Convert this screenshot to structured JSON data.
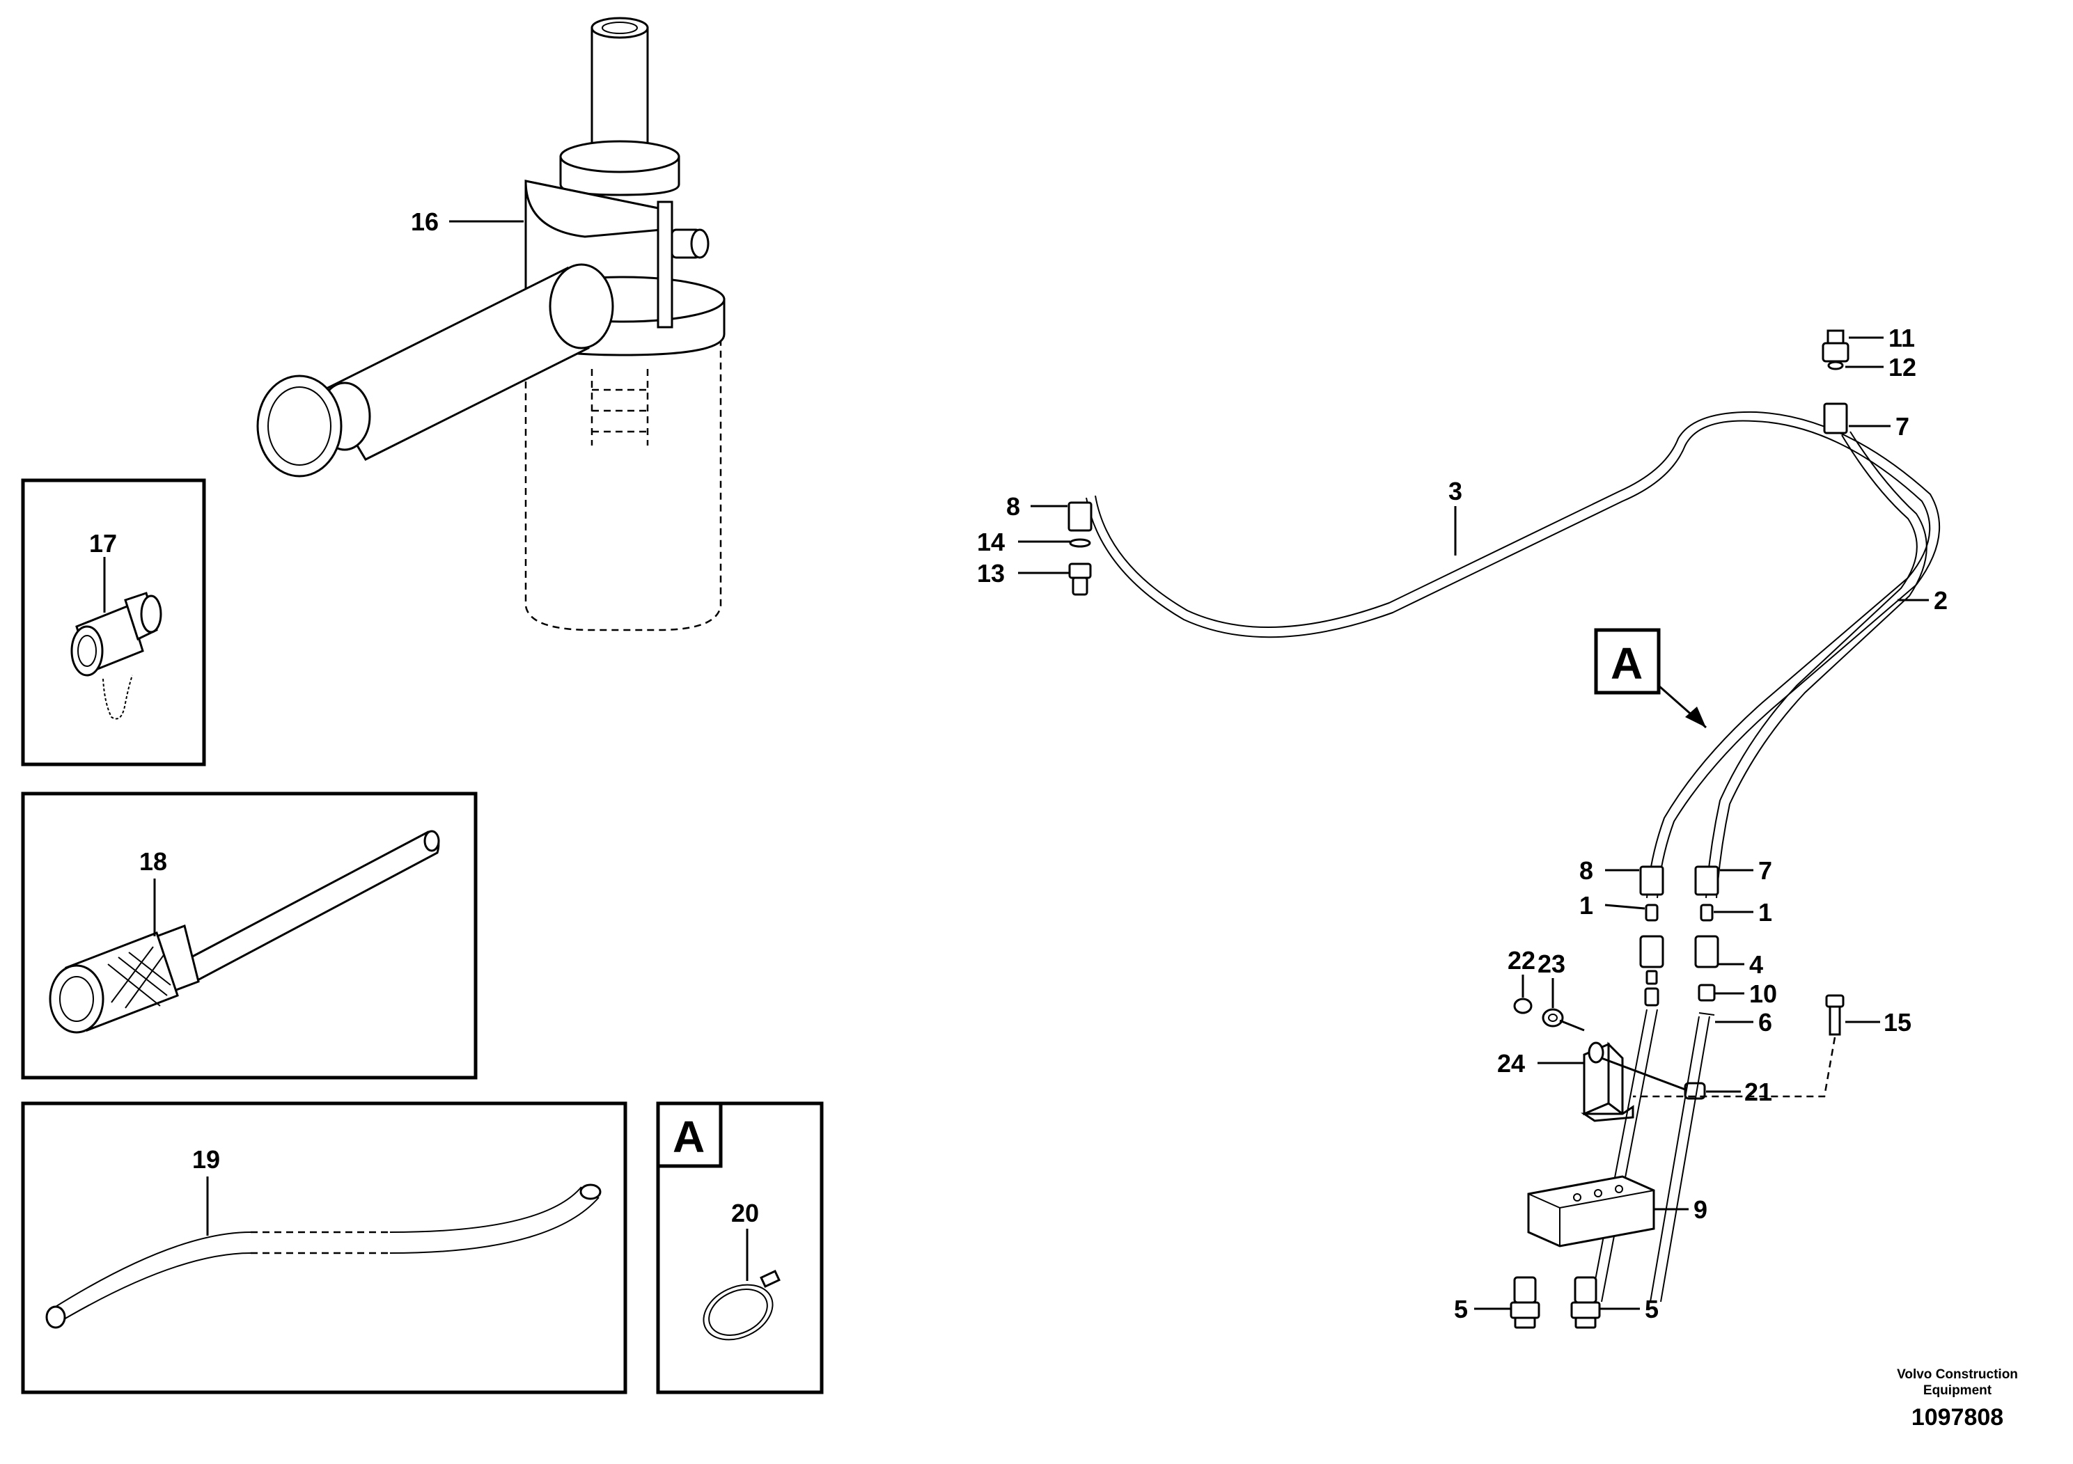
{
  "callouts": {
    "c1a": "1",
    "c1b": "1",
    "c2": "2",
    "c3": "3",
    "c4": "4",
    "c5a": "5",
    "c5b": "5",
    "c6": "6",
    "c7a": "7",
    "c7b": "7",
    "c8a": "8",
    "c8b": "8",
    "c9": "9",
    "c10": "10",
    "c11": "11",
    "c12": "12",
    "c13": "13",
    "c14": "14",
    "c15": "15",
    "c16": "16",
    "c17": "17",
    "c18": "18",
    "c19": "19",
    "c20": "20",
    "c21": "21",
    "c22": "22",
    "c23": "23",
    "c24": "24"
  },
  "detail_marker": "A",
  "inset_marker": "A",
  "credit": {
    "line1": "Volvo Construction",
    "line2": "Equipment"
  },
  "document_number": "1097808"
}
